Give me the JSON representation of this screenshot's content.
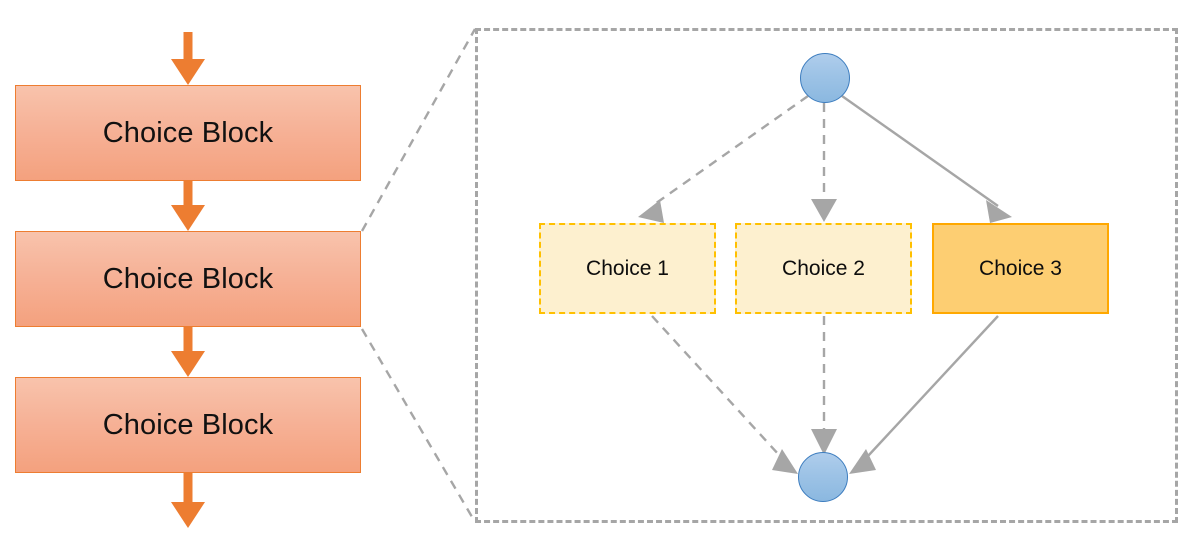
{
  "diagram": {
    "title": "Choice Block expansion diagram",
    "colors": {
      "block_border": "#ED7D31",
      "block_fill_top": "#F8C3AC",
      "block_fill_bottom": "#F4A17E",
      "arrow_orange": "#ED7D31",
      "callout_dash": "#A6A6A6",
      "edge_gray": "#A6A6A6",
      "node_blue_border": "#3D7DBF",
      "node_blue_fill": "#9DC3E6",
      "option_unselected_border": "#FFC000",
      "option_unselected_fill": "#FDF0CF",
      "option_selected_border": "#FFA800",
      "option_selected_fill": "#FDCE72"
    }
  },
  "flow": {
    "blocks": [
      {
        "id": "block-1",
        "label": "Choice Block"
      },
      {
        "id": "block-2",
        "label": "Choice Block"
      },
      {
        "id": "block-3",
        "label": "Choice Block"
      }
    ],
    "arrows": [
      {
        "id": "arrow-in",
        "from": "outside",
        "to": "block-1",
        "style": "solid",
        "color": "#ED7D31"
      },
      {
        "id": "arrow-1-to-2",
        "from": "block-1",
        "to": "block-2",
        "style": "solid",
        "color": "#ED7D31"
      },
      {
        "id": "arrow-2-to-3",
        "from": "block-2",
        "to": "block-3",
        "style": "solid",
        "color": "#ED7D31"
      },
      {
        "id": "arrow-out",
        "from": "block-3",
        "to": "outside",
        "style": "solid",
        "color": "#ED7D31"
      }
    ]
  },
  "callout": {
    "source_block": "block-2",
    "leader_lines": 2,
    "border_style": "dashed",
    "start_node": {
      "id": "start-node",
      "shape": "circle",
      "label": ""
    },
    "end_node": {
      "id": "end-node",
      "shape": "circle",
      "label": ""
    },
    "options": [
      {
        "id": "choice-1",
        "label": "Choice 1",
        "state": "unselected",
        "border_style": "dashed"
      },
      {
        "id": "choice-2",
        "label": "Choice 2",
        "state": "unselected",
        "border_style": "dashed"
      },
      {
        "id": "choice-3",
        "label": "Choice 3",
        "state": "selected",
        "border_style": "solid"
      }
    ],
    "edges": [
      {
        "id": "edge-start-choice-1",
        "from": "start-node",
        "to": "choice-1",
        "style": "dashed"
      },
      {
        "id": "edge-start-choice-2",
        "from": "start-node",
        "to": "choice-2",
        "style": "dashed"
      },
      {
        "id": "edge-start-choice-3",
        "from": "start-node",
        "to": "choice-3",
        "style": "solid"
      },
      {
        "id": "edge-choice-1-end",
        "from": "choice-1",
        "to": "end-node",
        "style": "dashed"
      },
      {
        "id": "edge-choice-2-end",
        "from": "choice-2",
        "to": "end-node",
        "style": "dashed"
      },
      {
        "id": "edge-choice-3-end",
        "from": "choice-3",
        "to": "end-node",
        "style": "solid"
      }
    ]
  }
}
